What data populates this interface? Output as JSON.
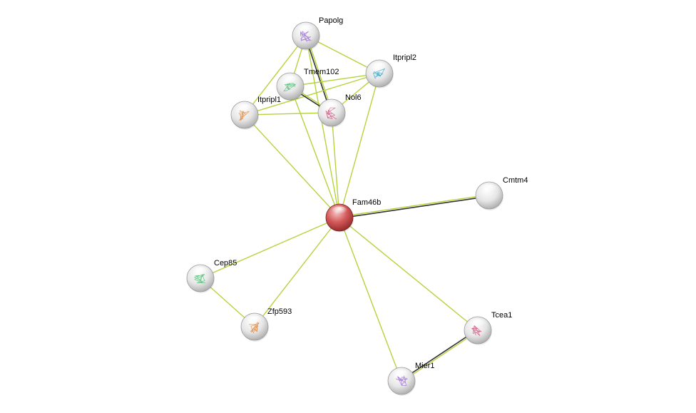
{
  "network": {
    "nodes": [
      {
        "id": "Papolg",
        "label": "Papolg",
        "query": false,
        "structure": true
      },
      {
        "id": "Itpripl2",
        "label": "Itpripl2",
        "query": false,
        "structure": true
      },
      {
        "id": "Tmem102",
        "label": "Tmem102",
        "query": false,
        "structure": true
      },
      {
        "id": "Itpripl1",
        "label": "Itpripl1",
        "query": false,
        "structure": true
      },
      {
        "id": "Nol6",
        "label": "Nol6",
        "query": false,
        "structure": true
      },
      {
        "id": "Cmtm4",
        "label": "Cmtm4",
        "query": false,
        "structure": false
      },
      {
        "id": "Fam46b",
        "label": "Fam46b",
        "query": true,
        "structure": false
      },
      {
        "id": "Cep85",
        "label": "Cep85",
        "query": false,
        "structure": true
      },
      {
        "id": "Zfp593",
        "label": "Zfp593",
        "query": false,
        "structure": true
      },
      {
        "id": "Tcea1",
        "label": "Tcea1",
        "query": false,
        "structure": true
      },
      {
        "id": "Mier1",
        "label": "Mier1",
        "query": false,
        "structure": true
      }
    ],
    "edges": [
      {
        "from": "Fam46b",
        "to": "Cmtm4",
        "types": [
          "textmining",
          "experimental"
        ]
      },
      {
        "from": "Fam46b",
        "to": "Papolg",
        "types": [
          "textmining"
        ]
      },
      {
        "from": "Fam46b",
        "to": "Itpripl2",
        "types": [
          "textmining"
        ]
      },
      {
        "from": "Fam46b",
        "to": "Tmem102",
        "types": [
          "textmining"
        ]
      },
      {
        "from": "Fam46b",
        "to": "Itpripl1",
        "types": [
          "textmining"
        ]
      },
      {
        "from": "Fam46b",
        "to": "Nol6",
        "types": [
          "textmining"
        ]
      },
      {
        "from": "Fam46b",
        "to": "Cep85",
        "types": [
          "textmining"
        ]
      },
      {
        "from": "Fam46b",
        "to": "Zfp593",
        "types": [
          "textmining"
        ]
      },
      {
        "from": "Fam46b",
        "to": "Tcea1",
        "types": [
          "textmining"
        ]
      },
      {
        "from": "Fam46b",
        "to": "Mier1",
        "types": [
          "textmining"
        ]
      },
      {
        "from": "Papolg",
        "to": "Itpripl2",
        "types": [
          "textmining"
        ]
      },
      {
        "from": "Papolg",
        "to": "Itpripl1",
        "types": [
          "textmining"
        ]
      },
      {
        "from": "Papolg",
        "to": "Tmem102",
        "types": [
          "textmining"
        ]
      },
      {
        "from": "Papolg",
        "to": "Nol6",
        "types": [
          "textmining",
          "experimental"
        ]
      },
      {
        "from": "Itpripl2",
        "to": "Tmem102",
        "types": [
          "textmining"
        ]
      },
      {
        "from": "Itpripl2",
        "to": "Itpripl1",
        "types": [
          "textmining"
        ]
      },
      {
        "from": "Itpripl2",
        "to": "Nol6",
        "types": [
          "textmining"
        ]
      },
      {
        "from": "Tmem102",
        "to": "Nol6",
        "types": [
          "textmining",
          "experimental"
        ]
      },
      {
        "from": "Itpripl1",
        "to": "Nol6",
        "types": [
          "textmining"
        ]
      },
      {
        "from": "Cep85",
        "to": "Zfp593",
        "types": [
          "textmining"
        ]
      },
      {
        "from": "Tcea1",
        "to": "Mier1",
        "types": [
          "textmining",
          "experimental"
        ]
      }
    ],
    "colors": {
      "textmining": "#b5d33d",
      "experimental": "#333333",
      "query_node": "#d45a5a",
      "neighbor_node": "#dcdcdc"
    }
  }
}
